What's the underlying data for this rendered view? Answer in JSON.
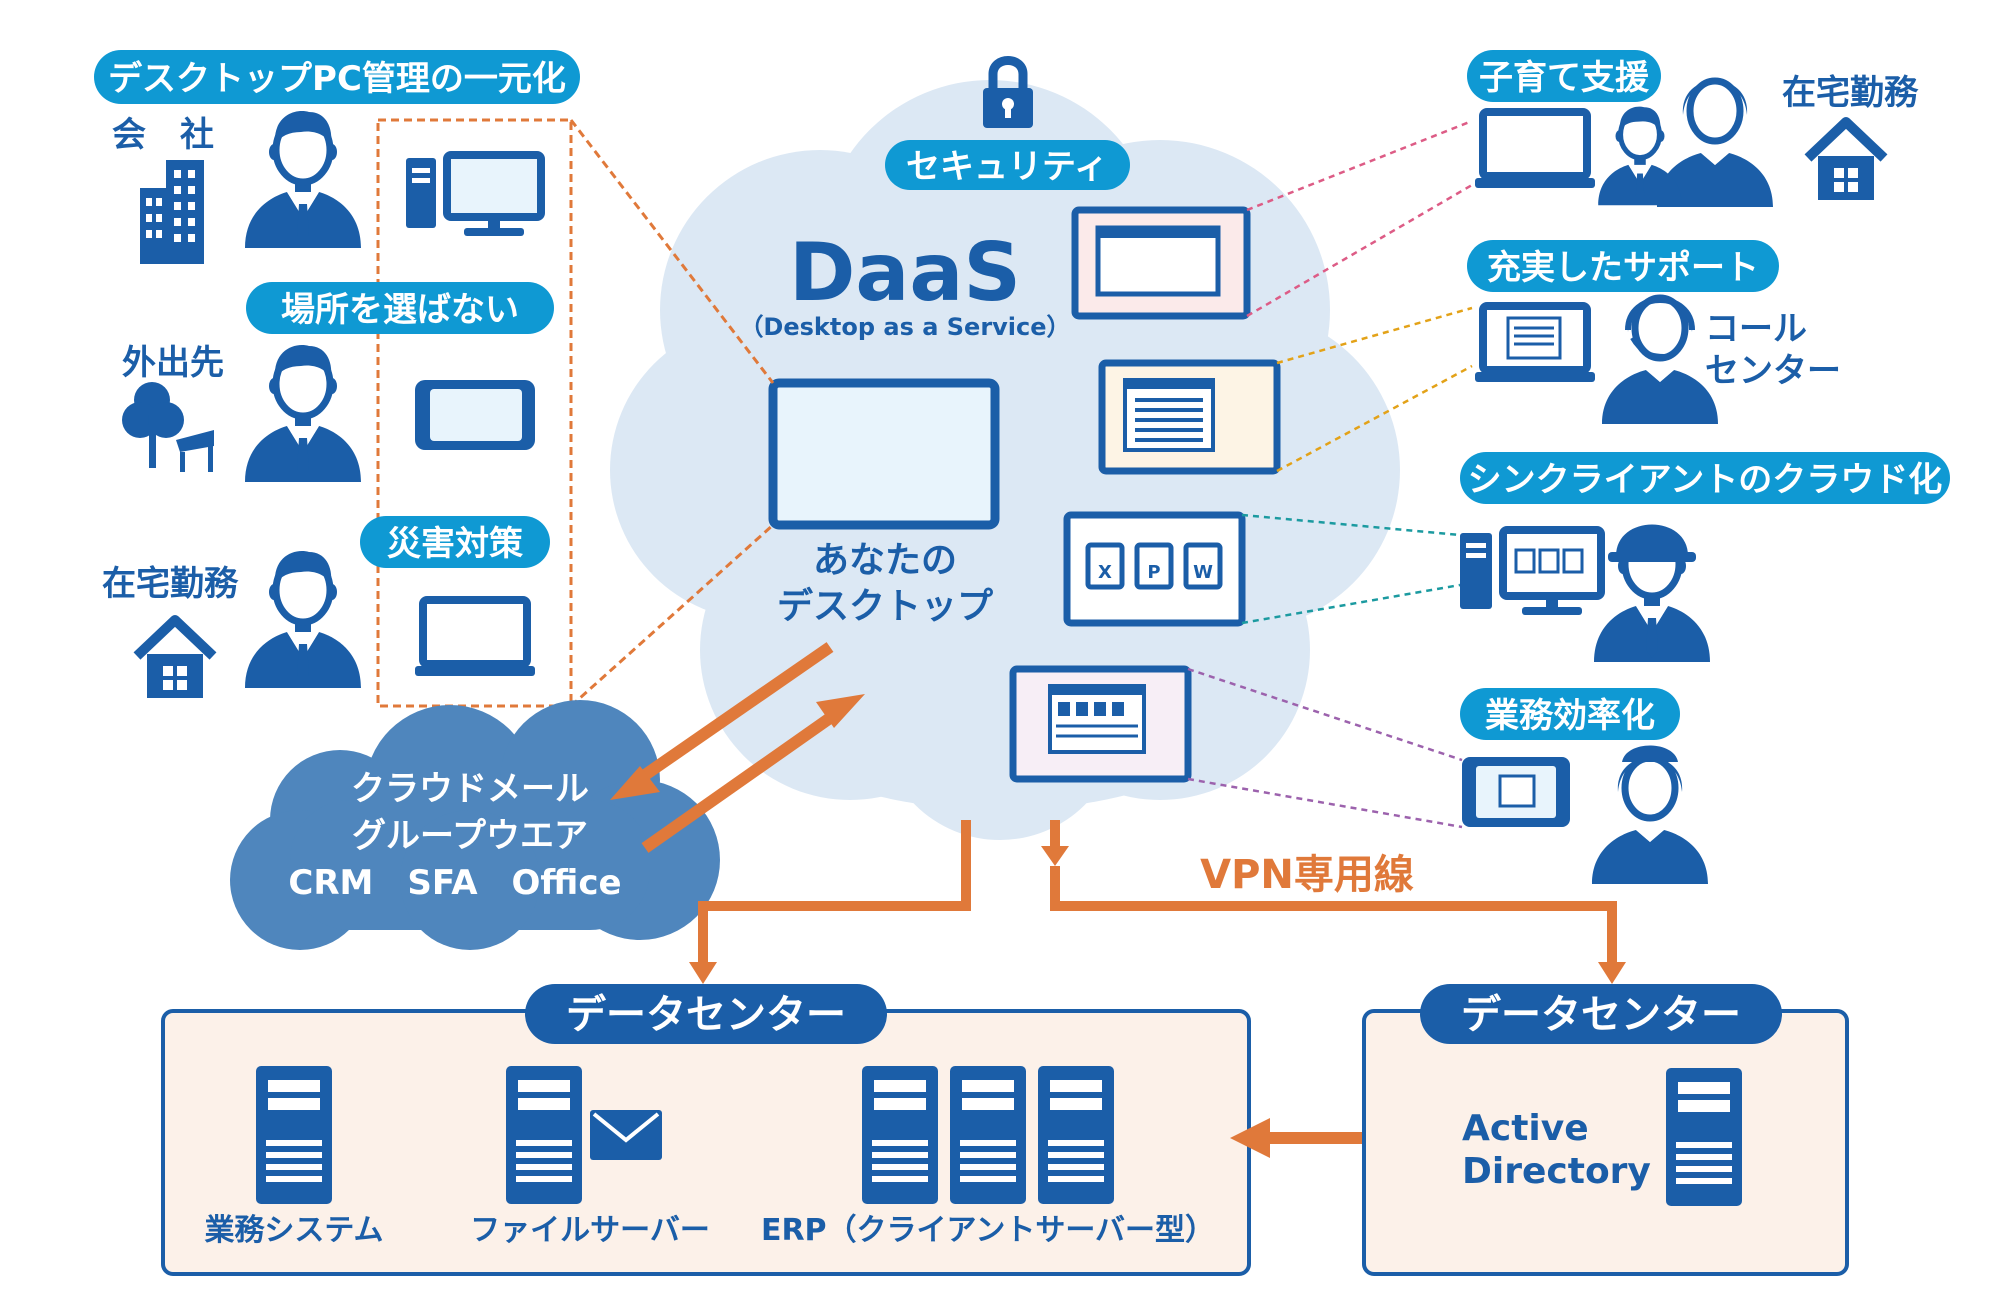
{
  "colors": {
    "blue": "#1b5ea8",
    "cyan_pill": "#0f99d3",
    "orange": "#e0793a",
    "cloud": "#dce8f4",
    "dark_cloud": "#4f86bd",
    "panel": "#fcf1e9"
  },
  "left": {
    "title_pill": "デスクトップPC管理の一元化",
    "office_label": "会　社",
    "anywhere_pill": "場所を選ばない",
    "outside_label": "外出先",
    "disaster_pill": "災害対策",
    "home_label": "在宅勤務"
  },
  "center": {
    "security_pill": "セキュリティ",
    "daas_title": "DaaS",
    "daas_subtitle": "（Desktop as a Service）",
    "desktop_label_line1": "あなたの",
    "desktop_label_line2": "デスクトップ",
    "app_icons": [
      "X",
      "P",
      "W"
    ]
  },
  "cloud_services": {
    "line1": "クラウドメール",
    "line2": "グループウエア",
    "line3": "CRM　SFA　Office"
  },
  "right": {
    "childcare_pill": "子育て支援",
    "home_label": "在宅勤務",
    "support_pill": "充実したサポート",
    "callcenter_line1": "コール",
    "callcenter_line2": "センター",
    "thinclient_pill": "シンクライアントのクラウド化",
    "efficiency_pill": "業務効率化"
  },
  "vpn_label": "VPN専用線",
  "datacenter_main": {
    "title": "データセンター",
    "items": [
      "業務システム",
      "ファイルサーバー",
      "ERP（クライアントサーバー型）"
    ]
  },
  "datacenter_sub": {
    "title": "データセンター",
    "ad_line1": "Active",
    "ad_line2": "Directory"
  }
}
